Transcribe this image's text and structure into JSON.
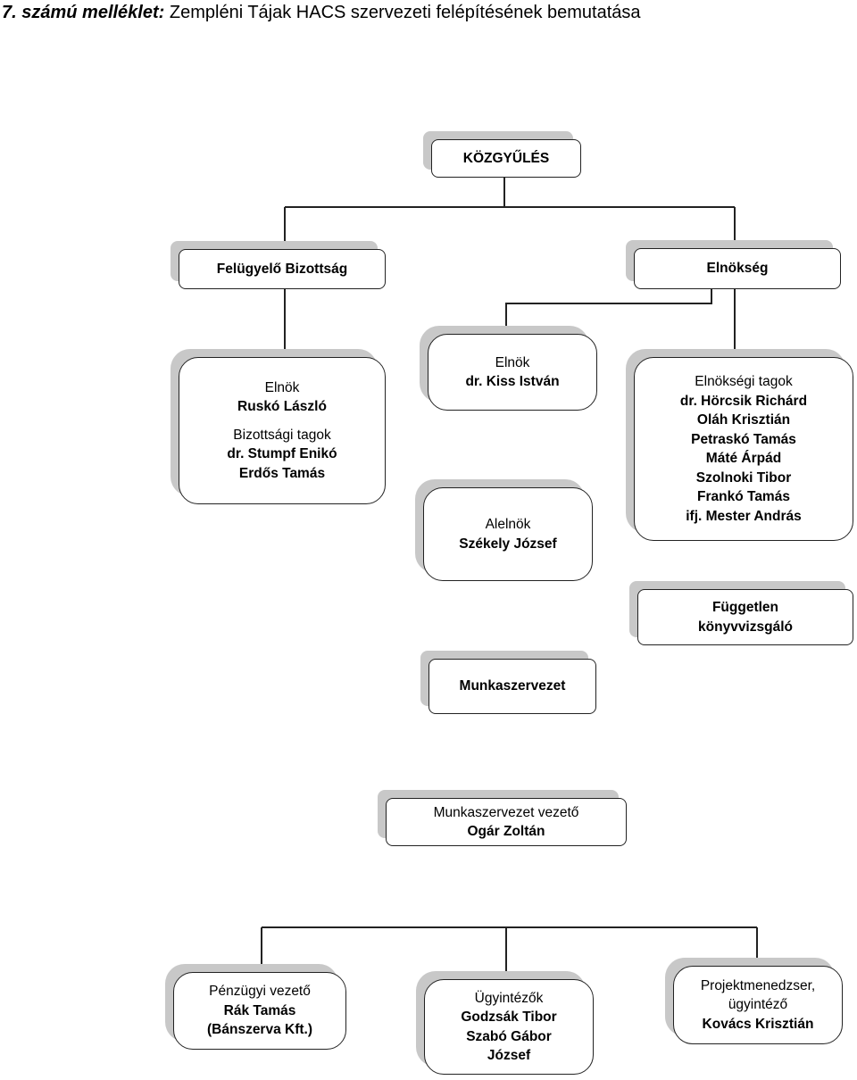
{
  "title": {
    "number": "7. számú melléklet:",
    "text": "Zempléni Tájak HACS szervezeti felépítésének bemutatása"
  },
  "boxes": {
    "kozgyules": "KÖZGYŰLÉS",
    "felugyelo": "Felügyelő Bizottság",
    "elnokseg": "Elnökség",
    "fb_members": {
      "role1": "Elnök",
      "name1": "Ruskó László",
      "role2": "Bizottsági tagok",
      "names": [
        "dr. Stumpf Enikó",
        "Erdős Tamás"
      ]
    },
    "elnok": {
      "role": "Elnök",
      "name": "dr. Kiss István"
    },
    "alelnok": {
      "role": "Alelnök",
      "name": "Székely József"
    },
    "elnoksegi_tagok": {
      "role": "Elnökségi tagok",
      "names": [
        "dr. Hörcsik Richárd",
        "Oláh Krisztián",
        "Petraskó Tamás",
        "Máté Árpád",
        "Szolnoki Tibor",
        "Frankó Tamás",
        "ifj. Mester András"
      ]
    },
    "fuggetlen": [
      "Független",
      "könyvvizsgáló"
    ],
    "munkaszervezet": "Munkaszervezet",
    "ms_vezeto": {
      "role": "Munkaszervezet vezető",
      "name": "Ogár Zoltán"
    },
    "penzugyi": {
      "role": "Pénzügyi vezető",
      "names": [
        "Rák Tamás",
        "(Bánszerva Kft.)"
      ]
    },
    "ugyintezok": {
      "role": "Ügyintézők",
      "names": [
        "Godzsák Tibor",
        "Szabó Gábor",
        "József"
      ]
    },
    "projekt": {
      "roles": [
        "Projektmenedzser,",
        "ügyintéző"
      ],
      "name": "Kovács Krisztián"
    }
  }
}
